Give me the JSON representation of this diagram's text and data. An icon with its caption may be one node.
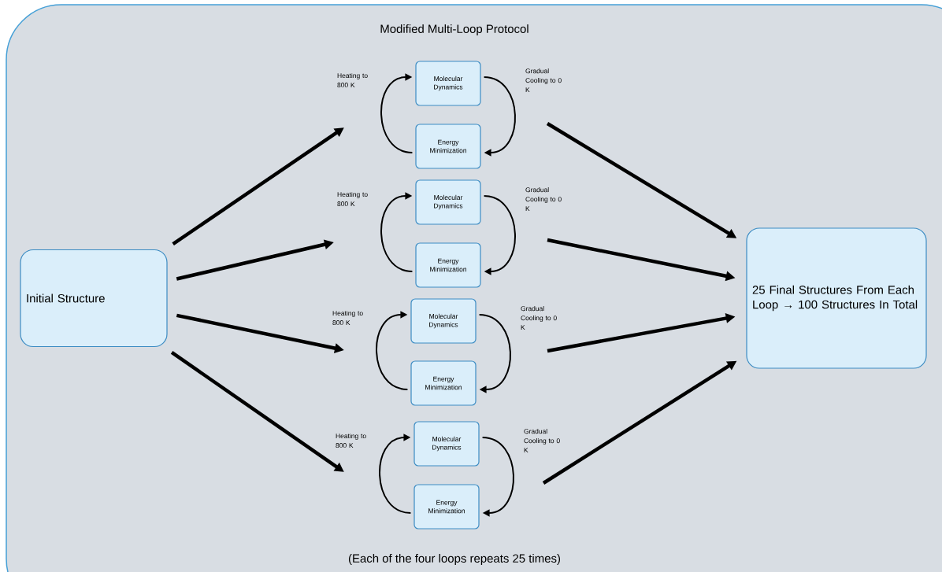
{
  "diagram": {
    "title": "Modified Multi-Loop Protocol",
    "caption": "(Each of the four loops repeats 25 times)",
    "nodes": [
      {
        "text": [
          "Initial Structure"
        ]
      },
      {
        "text": [
          "Molecular Dynamics"
        ]
      },
      {
        "text": [
          "Energy Minimization"
        ]
      },
      {
        "text": [
          "Molecular Dynamics"
        ]
      },
      {
        "text": [
          "Energy Minimization"
        ]
      },
      {
        "text": [
          "Molecular Dynamics"
        ]
      },
      {
        "text": [
          "Energy Minimization"
        ]
      },
      {
        "text": [
          "Molecular Dynamics"
        ]
      },
      {
        "text": [
          "Energy Minimization"
        ]
      },
      {
        "text": [
          "25 Final Structures From Each Loop → 100 Structures In Total"
        ]
      }
    ],
    "edges": [
      {
        "from": 2,
        "to": 1,
        "arrow": "to",
        "label": "Heating to 800 K"
      },
      {
        "from": 1,
        "to": 2,
        "arrow": "to",
        "label": "Gradual Cooling to 0 K"
      },
      {
        "from": 4,
        "to": 3,
        "arrow": "to",
        "label": "Heating to 800 K"
      },
      {
        "from": 3,
        "to": 4,
        "arrow": "to",
        "label": "Gradual Cooling to 0 K"
      },
      {
        "from": 6,
        "to": 5,
        "arrow": "to",
        "label": "Heating to 800 K"
      },
      {
        "from": 5,
        "to": 6,
        "arrow": "to",
        "label": "Gradual Cooling to 0 K"
      },
      {
        "from": 8,
        "to": 7,
        "arrow": "to",
        "label": "Heating to 800 K"
      },
      {
        "from": 7,
        "to": 8,
        "arrow": "to",
        "label": "Gradual Cooling to 0 K"
      },
      {
        "from": 0,
        "to": null,
        "arrow": "to",
        "style": "thick"
      },
      {
        "from": 0,
        "to": null,
        "arrow": "to",
        "style": "thick"
      },
      {
        "from": 0,
        "to": null,
        "arrow": "to",
        "style": "thick"
      },
      {
        "from": 0,
        "to": null,
        "arrow": "to",
        "style": "thick"
      },
      {
        "from": null,
        "to": 9,
        "arrow": "to",
        "style": "thick"
      },
      {
        "from": null,
        "to": 9,
        "arrow": "to",
        "style": "thick"
      },
      {
        "from": null,
        "to": 9,
        "arrow": "to",
        "style": "thick"
      },
      {
        "from": null,
        "to": 9,
        "arrow": "to",
        "style": "thick"
      }
    ]
  }
}
